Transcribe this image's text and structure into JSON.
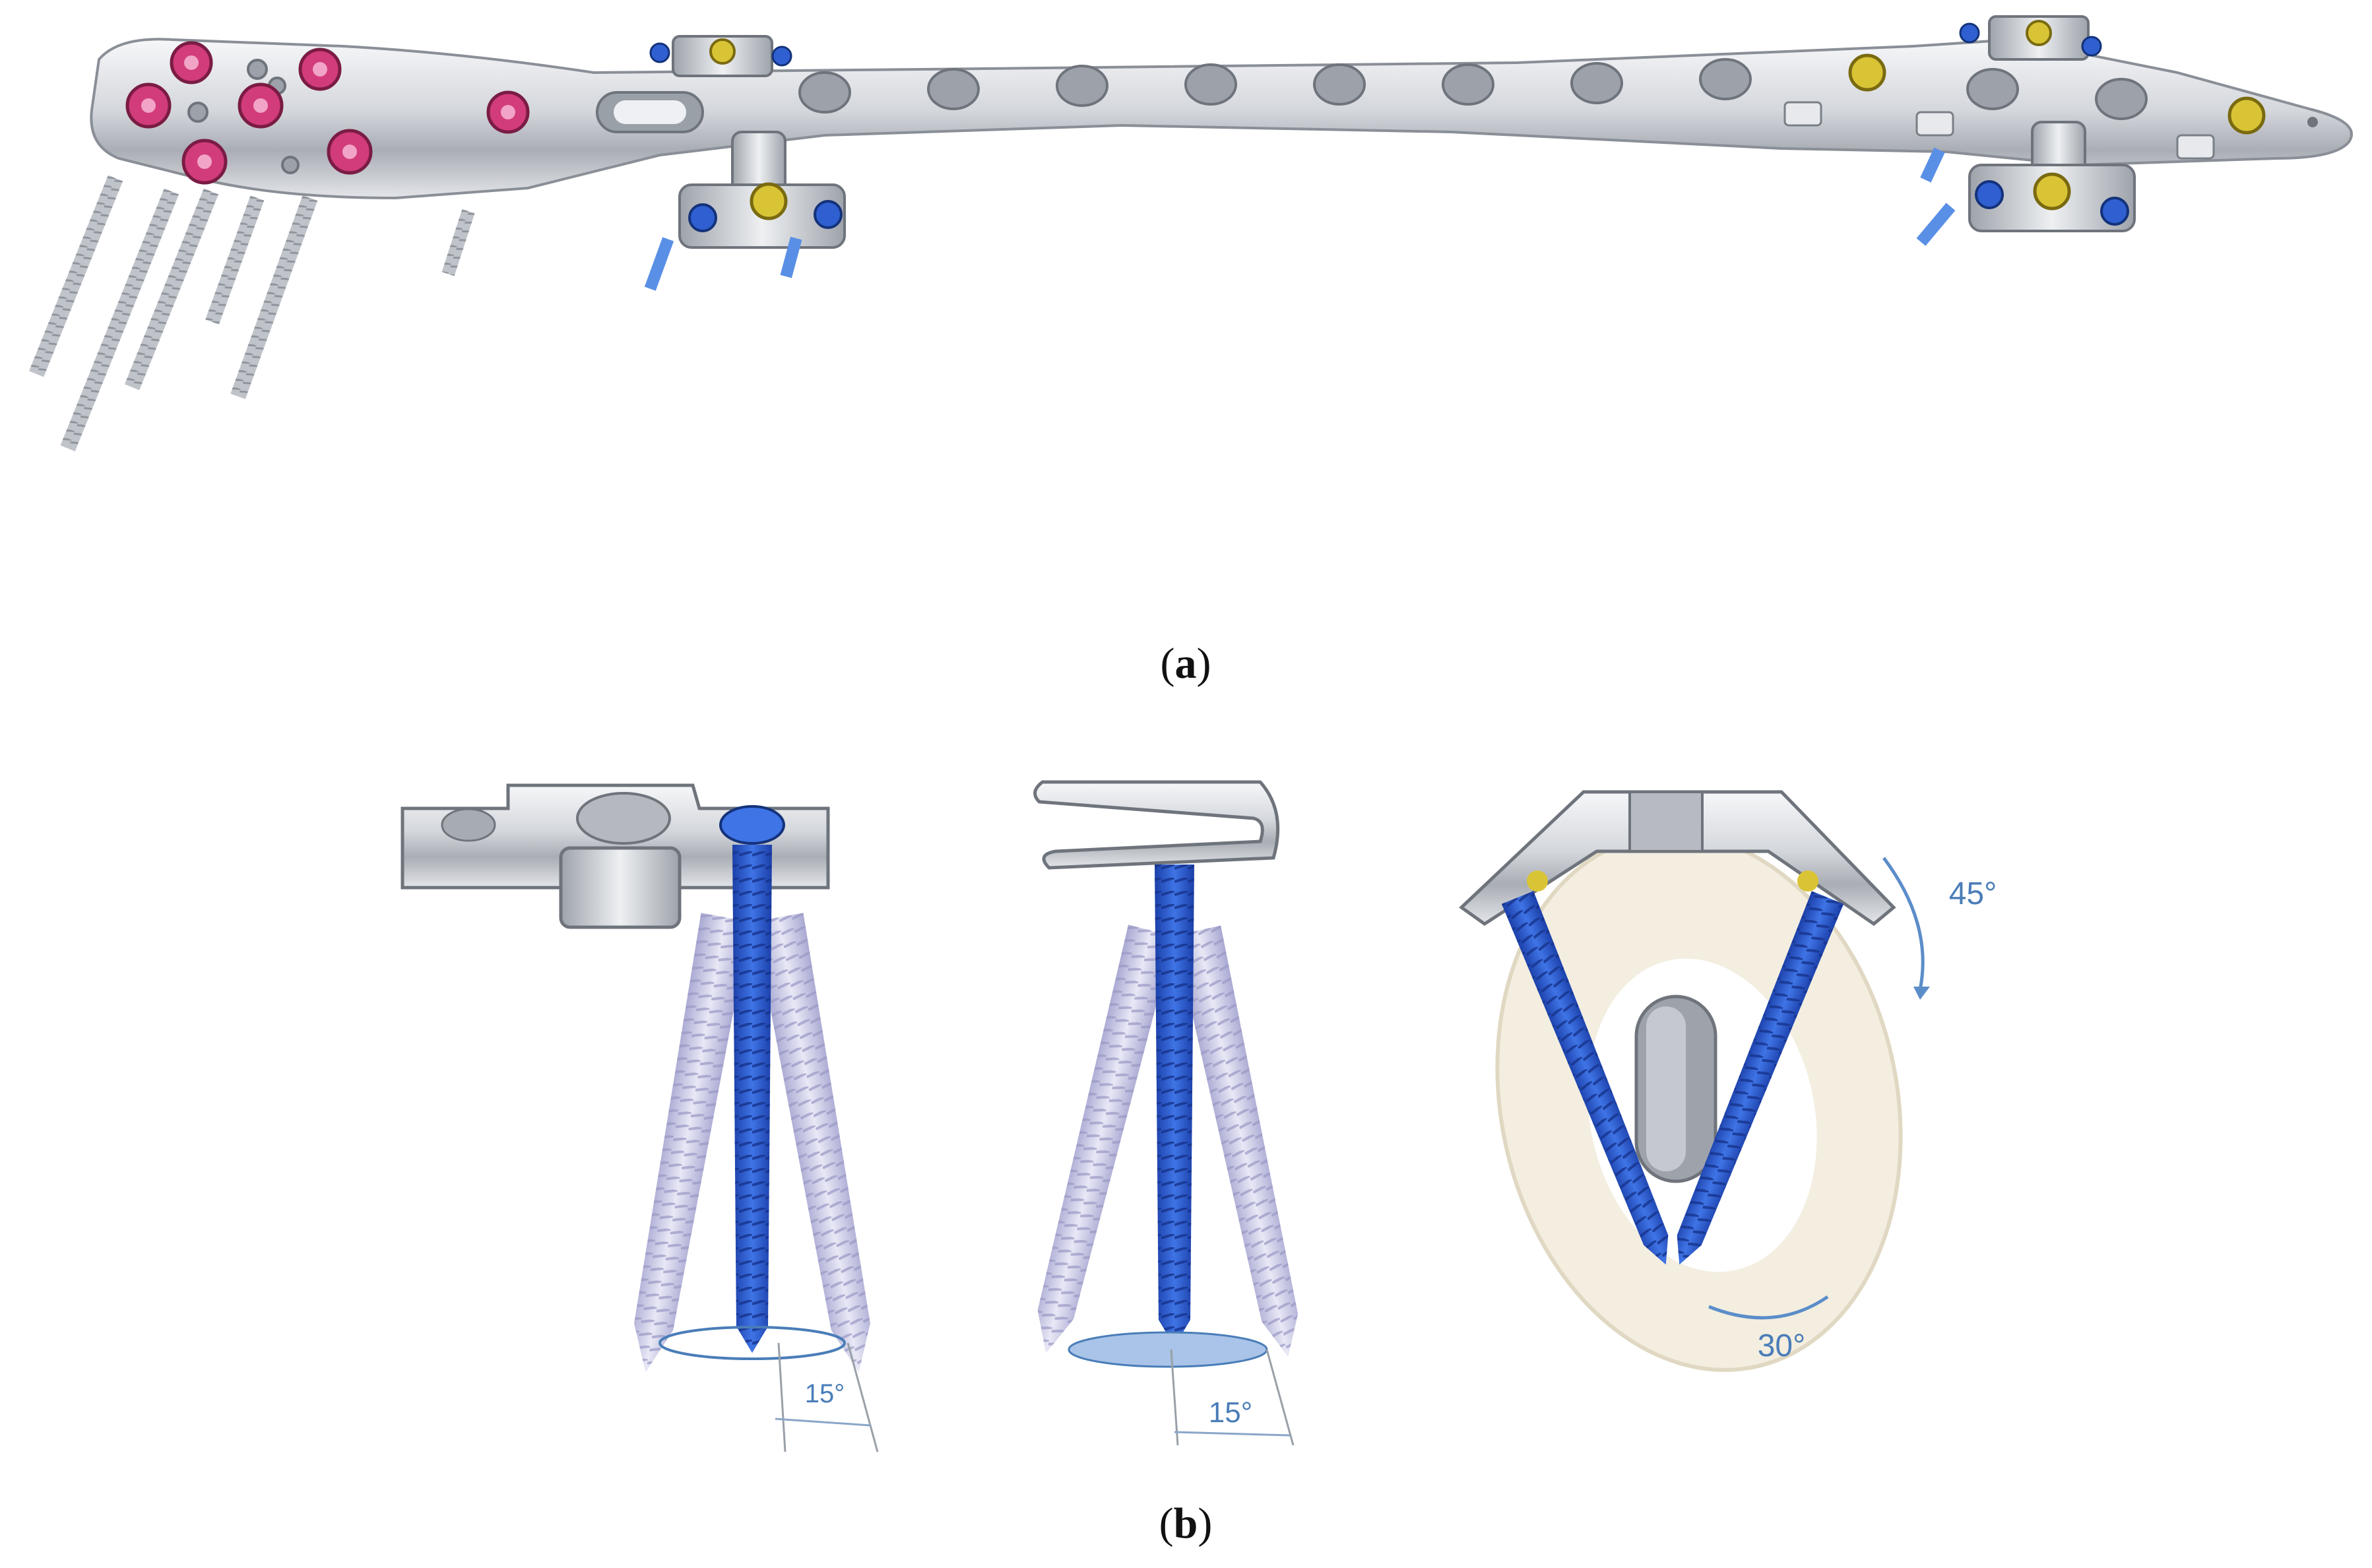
{
  "figure": {
    "panel_a": {
      "label_open": "(",
      "label_letter": "a",
      "label_close": ")"
    },
    "panel_b": {
      "label_open": "(",
      "label_letter": "b",
      "label_close": ")",
      "angle_left": "15°",
      "angle_middle": "15°",
      "angle_right_top": "45°",
      "angle_right_bottom": "30°"
    }
  },
  "colors": {
    "plate_steel": "#c9ccd2",
    "plate_highlight": "#f4f5f7",
    "screw_pink": "#d23c7a",
    "screw_yellow": "#d9c436",
    "screw_blue": "#2f5fd0",
    "screw_ghost": "#c7c6e8",
    "bone_ivory": "#f3eee0",
    "angle_text": "#4a7db8"
  }
}
